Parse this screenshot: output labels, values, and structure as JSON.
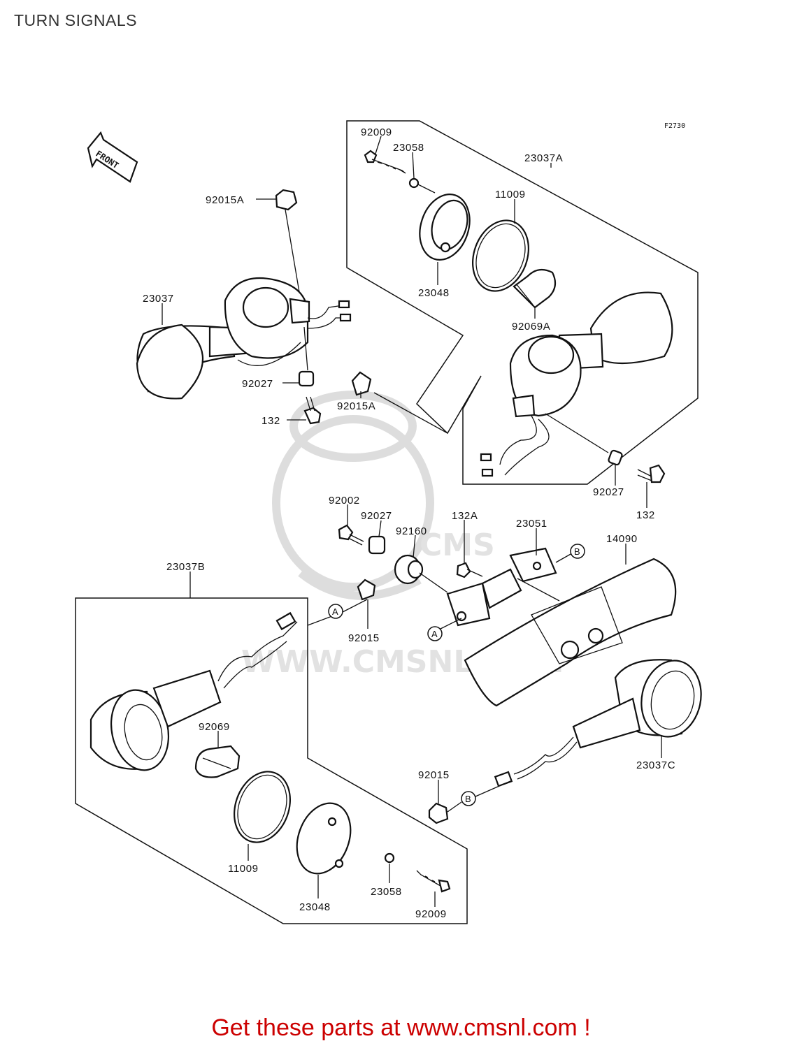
{
  "page": {
    "title": "TURN SIGNALS"
  },
  "diagram": {
    "ref_code": "F2730",
    "front_label": "FRONT",
    "watermark": "WWW.CMSNL.COM",
    "labels": {
      "l_92009_top": "92009",
      "l_23058_top": "23058",
      "l_23037A": "23037A",
      "l_11009_top": "11009",
      "l_23048_top": "23048",
      "l_92069A": "92069A",
      "l_92015A_top": "92015A",
      "l_23037": "23037",
      "l_92027_left": "92027",
      "l_132_left": "132",
      "l_92015A_mid": "92015A",
      "l_92027_right": "92027",
      "l_132_right": "132",
      "l_92002": "92002",
      "l_92027_mid": "92027",
      "l_92160": "92160",
      "l_132A": "132A",
      "l_23051": "23051",
      "l_14090": "14090",
      "l_23037B": "23037B",
      "l_92015_mid": "92015",
      "l_92069": "92069",
      "l_23037C": "23037C",
      "l_92015_low": "92015",
      "l_11009_low": "11009",
      "l_23048_low": "23048",
      "l_23058_low": "23058",
      "l_92009_low": "92009"
    },
    "connectors": {
      "a": "A",
      "b": "B"
    }
  },
  "footer": {
    "text": "Get these parts at www.cmsnl.com !"
  }
}
